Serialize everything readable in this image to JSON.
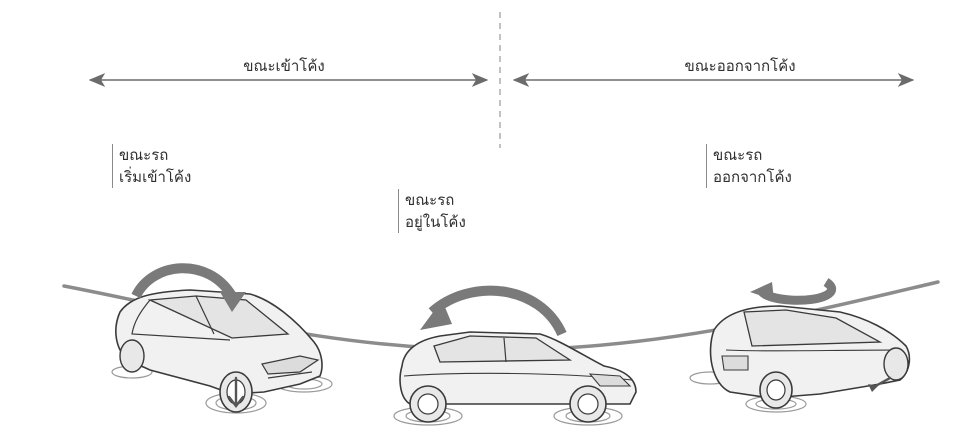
{
  "phases": {
    "entering": {
      "label": "ขณะเข้าโค้ง"
    },
    "exiting": {
      "label": "ขณะออกจากโค้ง"
    }
  },
  "captions": [
    {
      "line1": "ขณะรถ",
      "line2": "เริ่มเข้าโค้ง"
    },
    {
      "line1": "ขณะรถ",
      "line2": "อยู่ในโค้ง"
    },
    {
      "line1": "ขณะรถ",
      "line2": "ออกจากโค้ง"
    }
  ],
  "colors": {
    "line": "#6b6b6b",
    "road": "#8c8c8c",
    "motion_arrow": "#7a7a7a",
    "car_body": "#f1f1f1",
    "car_outline": "#3a3a3a"
  }
}
